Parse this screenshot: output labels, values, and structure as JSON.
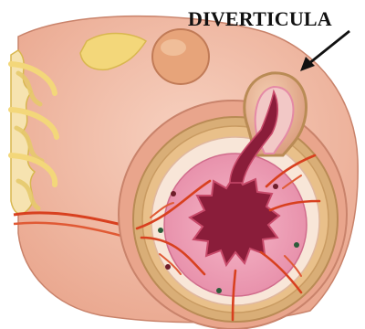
{
  "diagram": {
    "label": "DIVERTICULA",
    "parts": [
      "colon-wall",
      "colon-lumen",
      "diverticulum-pouch",
      "mesentery-folds",
      "fat-appendage",
      "blood-vessels"
    ],
    "colors": {
      "tissue": "#f2c0ac",
      "mucosa": "#e58aa6",
      "lumen": "#8a1d3a",
      "fat": "#f3d77a",
      "vessel": "#d8401f",
      "muscle": "#d9ae77"
    }
  }
}
